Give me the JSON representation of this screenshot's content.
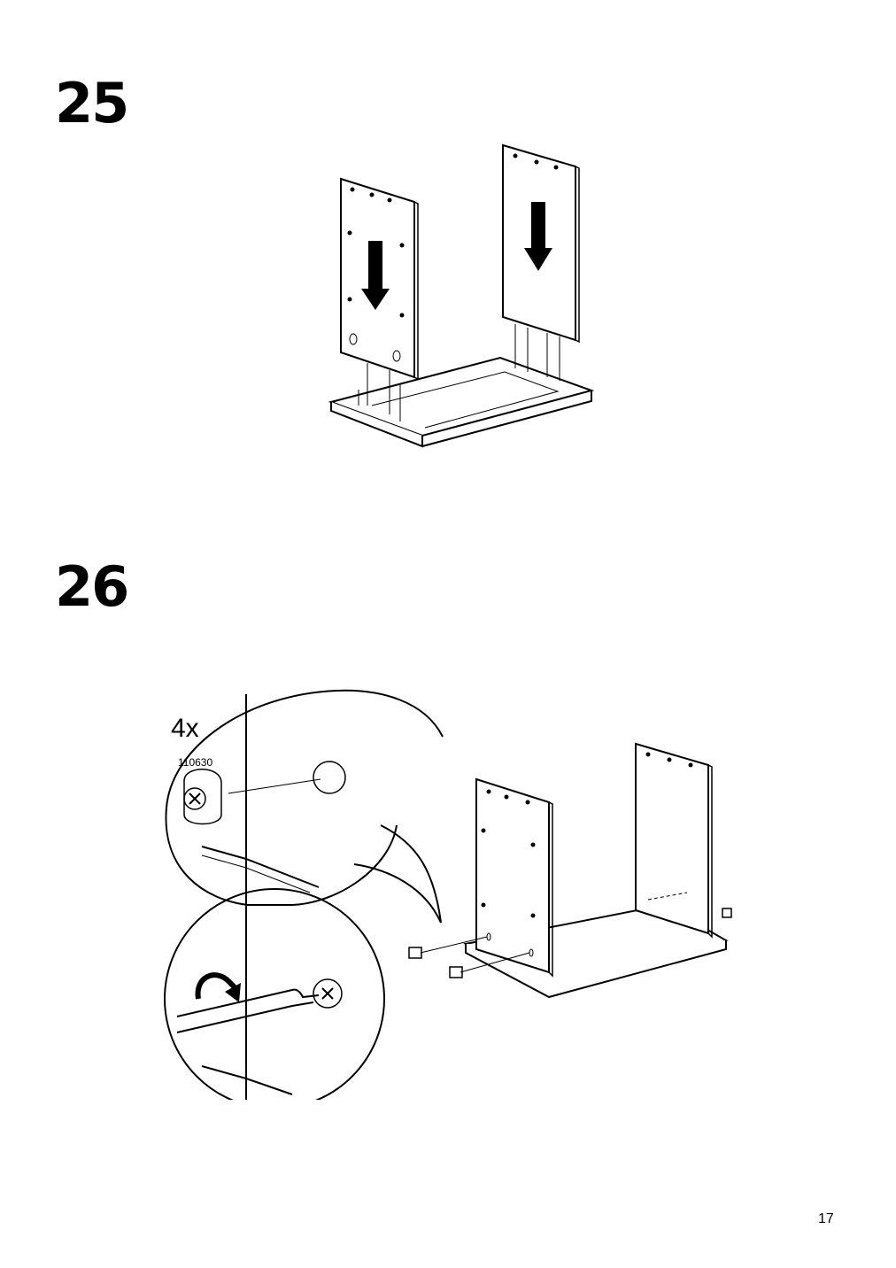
{
  "steps": [
    {
      "number": "25"
    },
    {
      "number": "26",
      "quantity": "4x",
      "part_number": "110630"
    }
  ],
  "page_number": "17"
}
